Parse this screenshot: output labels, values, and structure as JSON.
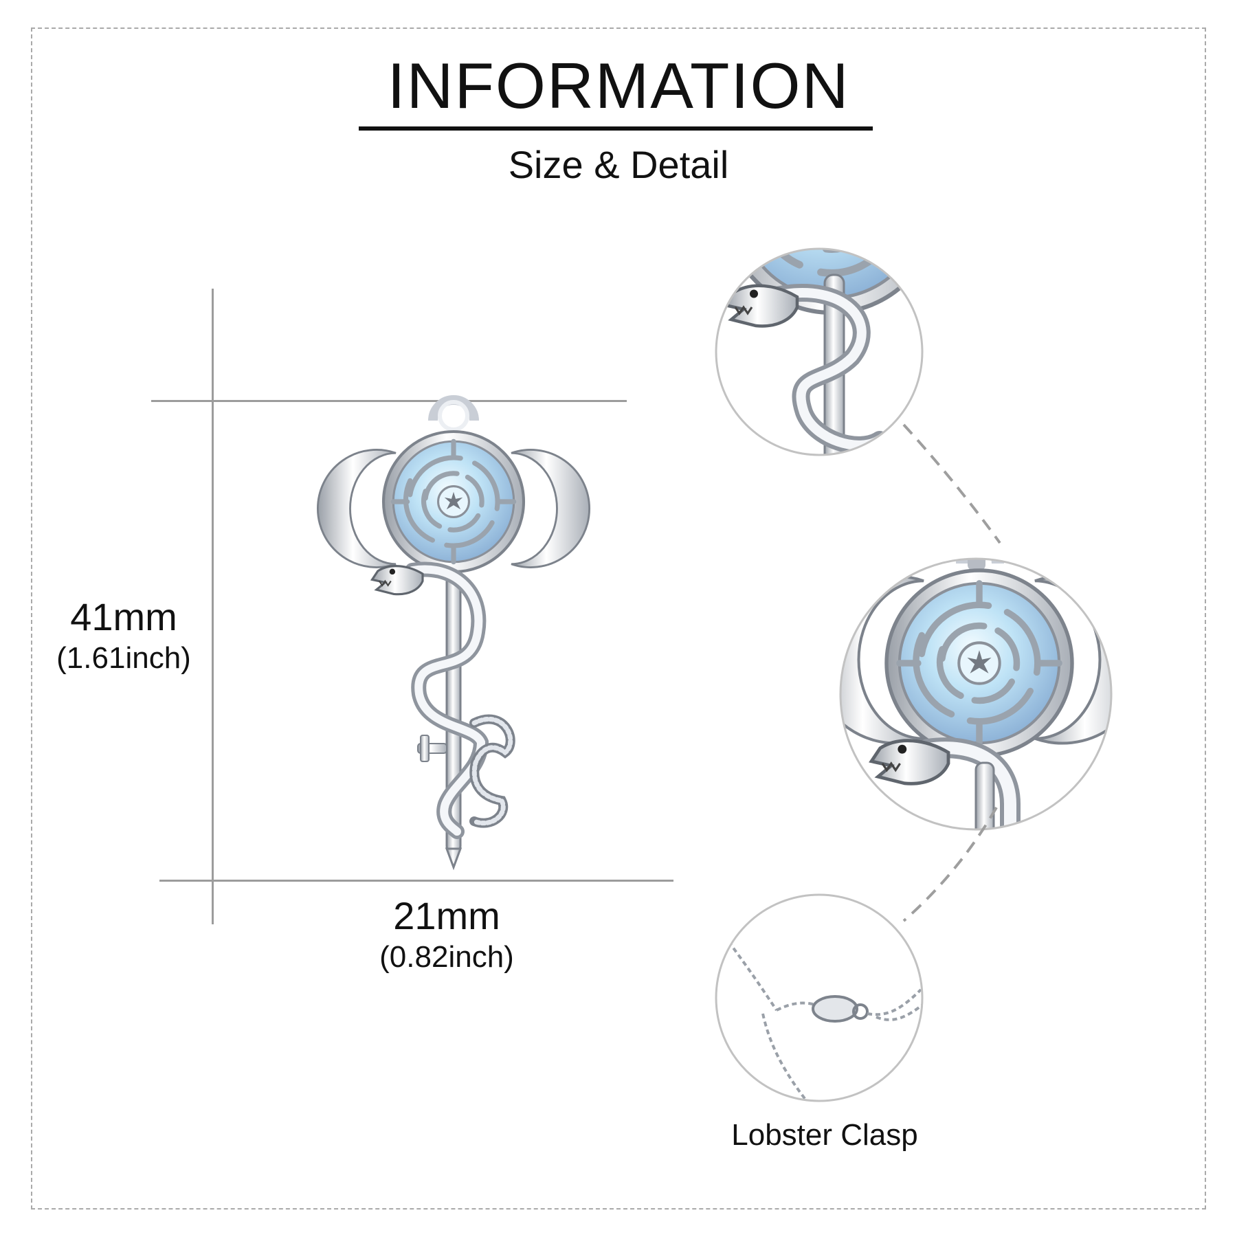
{
  "header": {
    "title": "INFORMATION",
    "subtitle": "Size & Detail"
  },
  "dimensions": {
    "height_main": "41mm",
    "height_sub": "(1.61inch)",
    "width_main": "21mm",
    "width_sub": "(0.82inch)"
  },
  "details": {
    "clasp_caption": "Lobster Clasp"
  },
  "colors": {
    "silver": "#d8dce3",
    "silver_dark": "#8b919b",
    "moonstone": "#b9dcf2",
    "moonstone_glow": "#eaf7ff",
    "ring": "#bdbdbd",
    "dash": "#9e9e9e"
  }
}
